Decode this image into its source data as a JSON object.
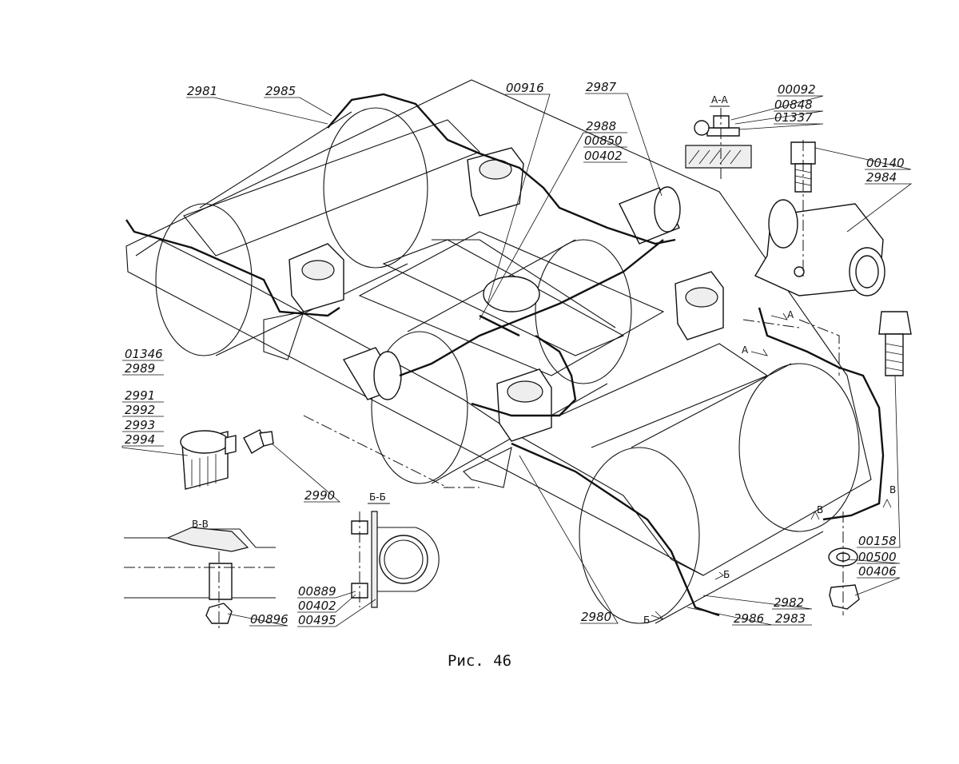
{
  "figure": {
    "caption": "Рис. 46"
  },
  "sections": {
    "aa": "А-А",
    "bb": "Б-Б",
    "vv": "В-В",
    "mark_a": "А",
    "mark_b": "Б",
    "mark_v": "В"
  },
  "labels": {
    "l2981": "2981",
    "l2985": "2985",
    "l00916": "00916",
    "l2987": "2987",
    "l2988": "2988",
    "l00850": "00850",
    "l00402a": "00402",
    "l00092": "00092",
    "l00848": "00848",
    "l01337": "01337",
    "l00140": "00140",
    "l2984": "2984",
    "l01346": "01346",
    "l2989": "2989",
    "l2991": "2991",
    "l2992": "2992",
    "l2993": "2993",
    "l2994": "2994",
    "l2990": "2990",
    "l00896": "00896",
    "l00889": "00889",
    "l00402b": "00402",
    "l00495": "00495",
    "l2980": "2980",
    "l2982": "2982",
    "l2986": "2986",
    "l2983": "2983",
    "l00158": "00158",
    "l00500": "00500",
    "l00406": "00406"
  }
}
